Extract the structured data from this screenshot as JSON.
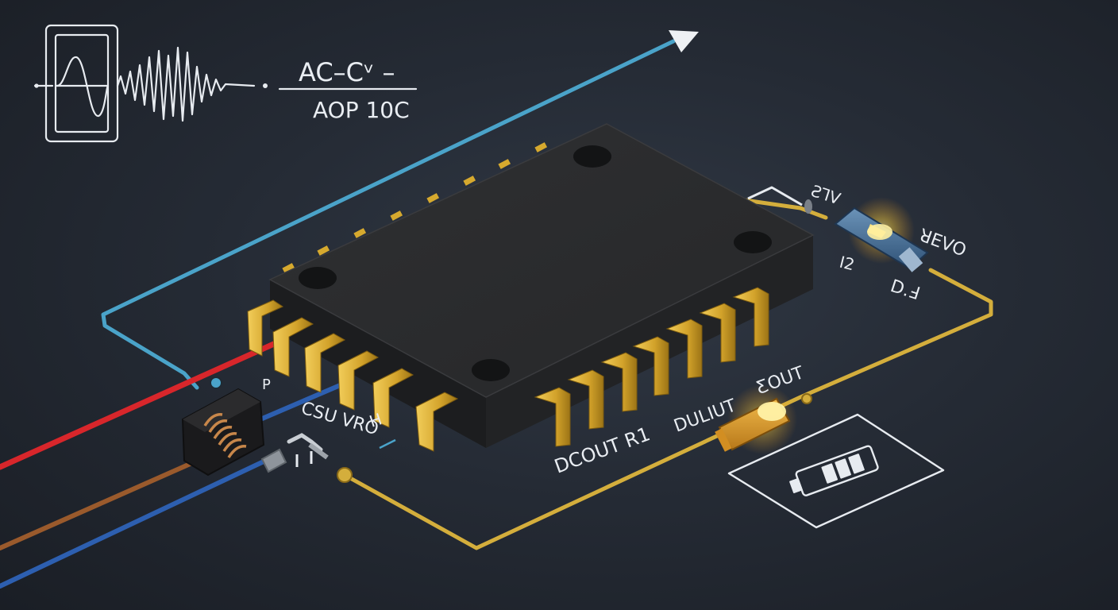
{
  "formula": {
    "numerator": "AC–Cᵛ –",
    "denominator": "AOP 10C"
  },
  "labels": {
    "diode_top_a": "ƧꓶV",
    "diode_top_b": "ꓤEVO",
    "diode_top_c": "I2",
    "diode_top_d": "D.Ⅎ",
    "pin_p": "P",
    "csu": "CSU VRO",
    "h": "H",
    "dcout": "DCOUT R1",
    "dulut": "DULIUT",
    "zout": "ƸOUT"
  },
  "colors": {
    "background": "#252b35",
    "chip": "#2a2b2d",
    "pin_gold": "#d6a92e",
    "wire_cyan": "#4aa3c9",
    "wire_red": "#d8262b",
    "wire_brown": "#9a5a2c",
    "wire_blue": "#2d5fb0",
    "wire_gold": "#d4ae3c",
    "glow": "#ffcf3a"
  },
  "icons": [
    "oscilloscope-icon",
    "battery-icon",
    "inductor-icon",
    "diode-icon",
    "arrow-head-icon"
  ]
}
